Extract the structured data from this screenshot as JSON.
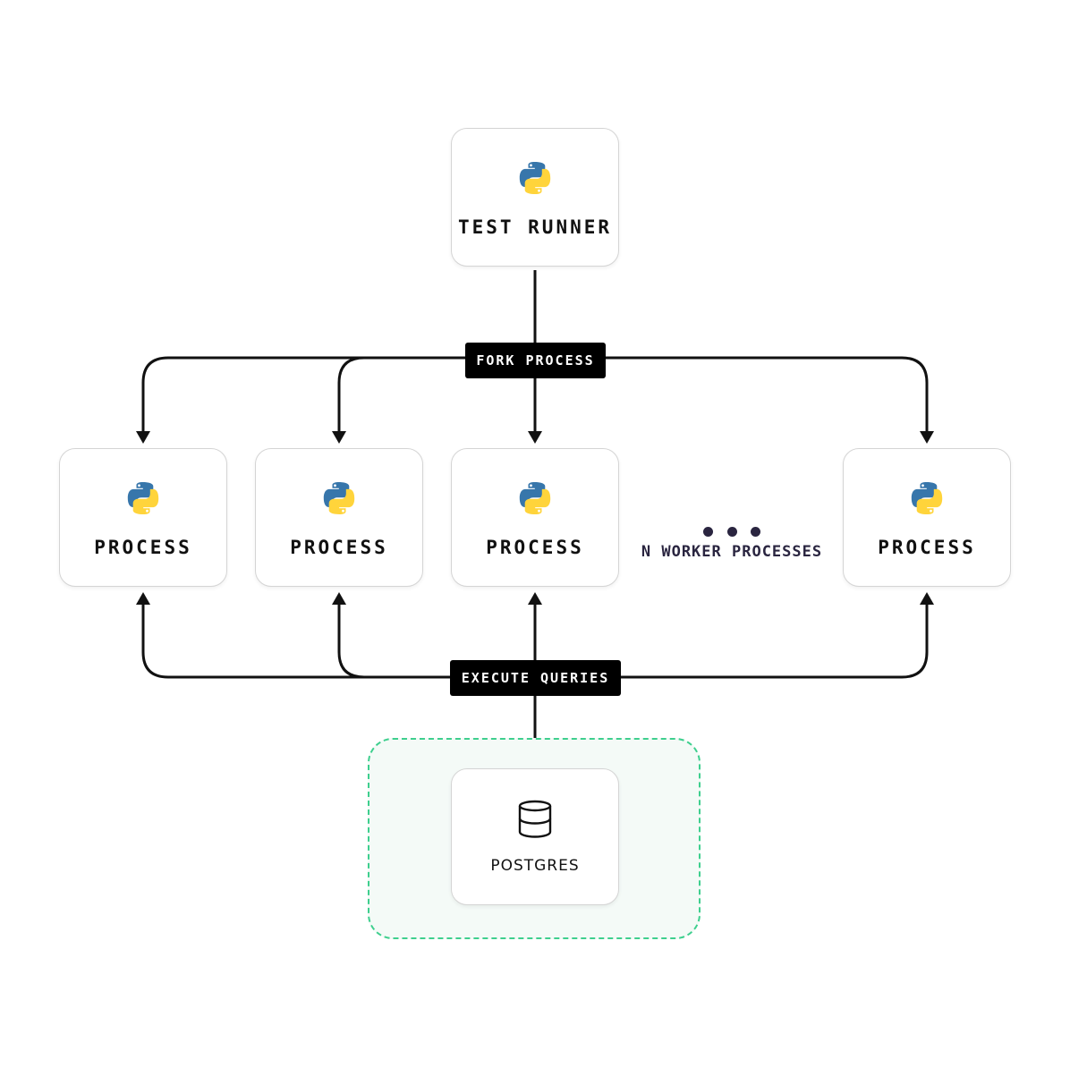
{
  "diagram": {
    "runner": {
      "label": "TEST RUNNER",
      "icon": "python-logo-icon"
    },
    "fork_label": "FORK PROCESS",
    "processes": [
      {
        "label": "PROCESS",
        "icon": "python-logo-icon"
      },
      {
        "label": "PROCESS",
        "icon": "python-logo-icon"
      },
      {
        "label": "PROCESS",
        "icon": "python-logo-icon"
      },
      {
        "label": "PROCESS",
        "icon": "python-logo-icon"
      }
    ],
    "ellipsis_label": "N WORKER PROCESSES",
    "execute_label": "EXECUTE QUERIES",
    "database": {
      "label": "POSTGRES",
      "icon": "database-icon"
    },
    "colors": {
      "accent_green": "#3ecf8e",
      "zone_fill": "#f4faf7",
      "tag_bg": "#000000",
      "python_blue": "#3776ab",
      "python_yellow": "#ffd43b",
      "ellipsis": "#2a2540"
    }
  }
}
